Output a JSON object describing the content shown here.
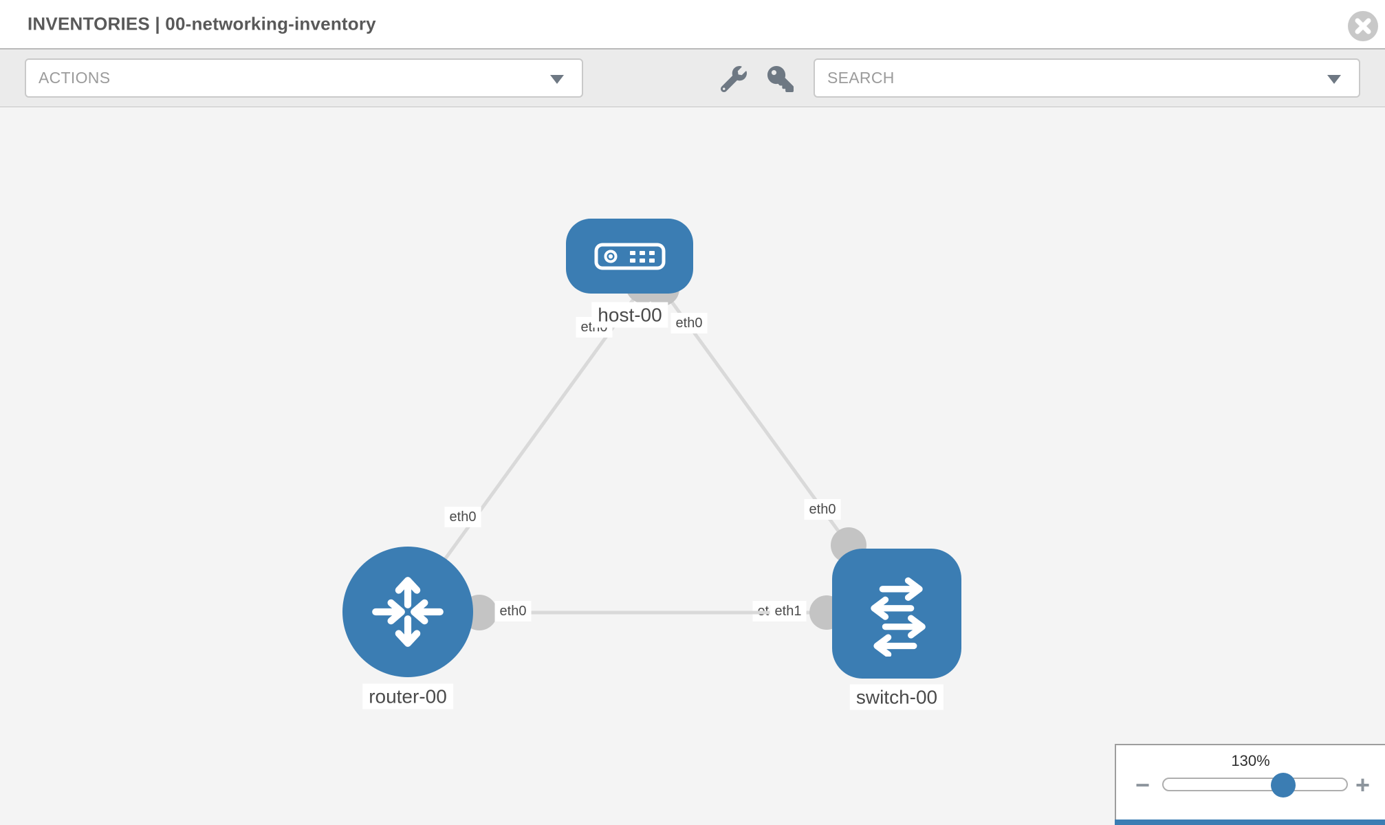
{
  "header": {
    "title": "INVENTORIES | 00-networking-inventory"
  },
  "toolbar": {
    "actions_label": "ACTIONS",
    "search_placeholder": "SEARCH",
    "icons": [
      "wrench-icon",
      "key-icon"
    ]
  },
  "diagram": {
    "nodes": [
      {
        "label": "host-00",
        "type": "host",
        "shape": "rounded-rect"
      },
      {
        "label": "router-00",
        "type": "router",
        "shape": "circle"
      },
      {
        "label": "switch-00",
        "type": "switch",
        "shape": "rounded-square"
      }
    ],
    "links": [
      {
        "from": "host-00",
        "from_iface": "eth0",
        "to": "router-00",
        "to_iface": "eth0"
      },
      {
        "from": "host-00",
        "from_iface": "eth0",
        "to": "switch-00",
        "to_iface": "eth0"
      },
      {
        "from": "router-00",
        "from_iface": "eth0",
        "to": "switch-00",
        "to_iface": "eth1",
        "to_iface_clipped_text": "etl"
      }
    ]
  },
  "zoom_control": {
    "level": "130%",
    "minus_label": "−",
    "plus_label": "+"
  },
  "colors": {
    "node_blue": "#3b7db3",
    "link_gray": "#d9d9d9",
    "interface_gray": "#c4c4c4",
    "canvas_bg": "#f4f4f4"
  }
}
